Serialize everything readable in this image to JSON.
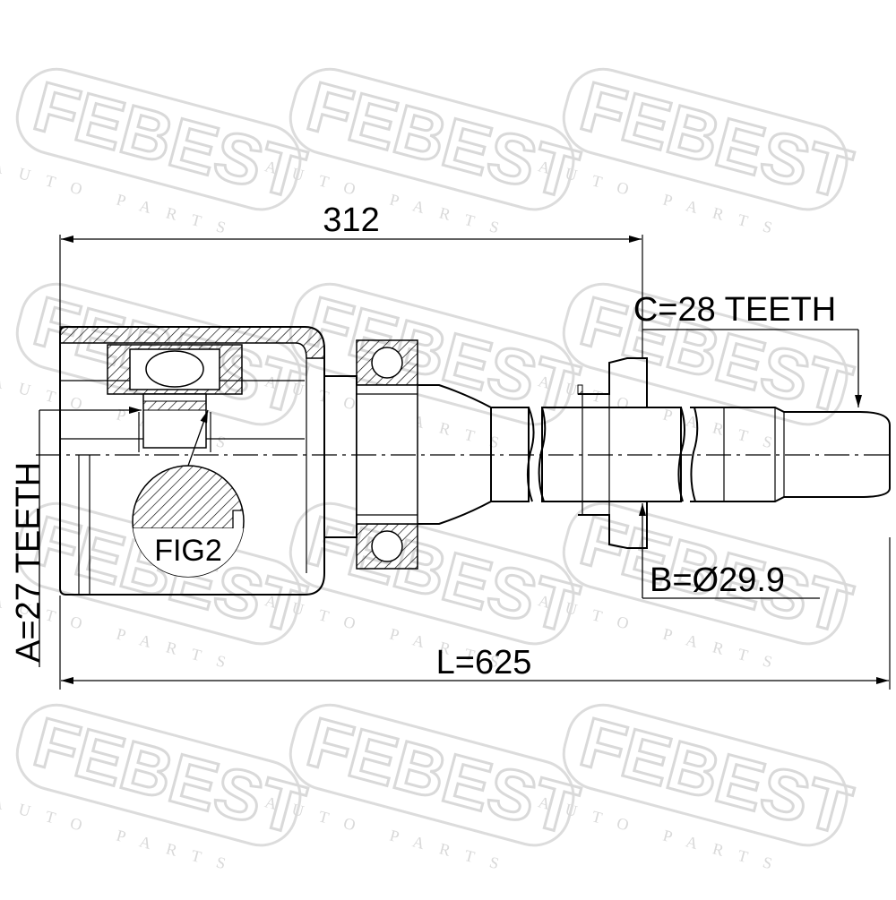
{
  "watermark": {
    "brand": "FEBEST",
    "tagline": "AUTO PARTS"
  },
  "dimensions": {
    "inner_length": "312",
    "overall_length": "L=625",
    "teeth_a": "A=27 TEETH",
    "teeth_c": "C=28 TEETH",
    "diameter_b": "B=Ø29.9"
  },
  "figure_label": "FIG2"
}
